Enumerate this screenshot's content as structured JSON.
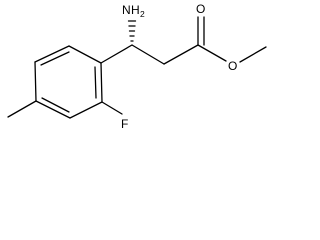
{
  "molecule": {
    "labels": {
      "amine_n": "N",
      "amine_h": "H",
      "amine_subscript": "2",
      "carbonyl_o": "O",
      "ester_o": "O",
      "fluorine": "F"
    },
    "stereo": {
      "amine_bond": "hashed-wedge"
    }
  }
}
